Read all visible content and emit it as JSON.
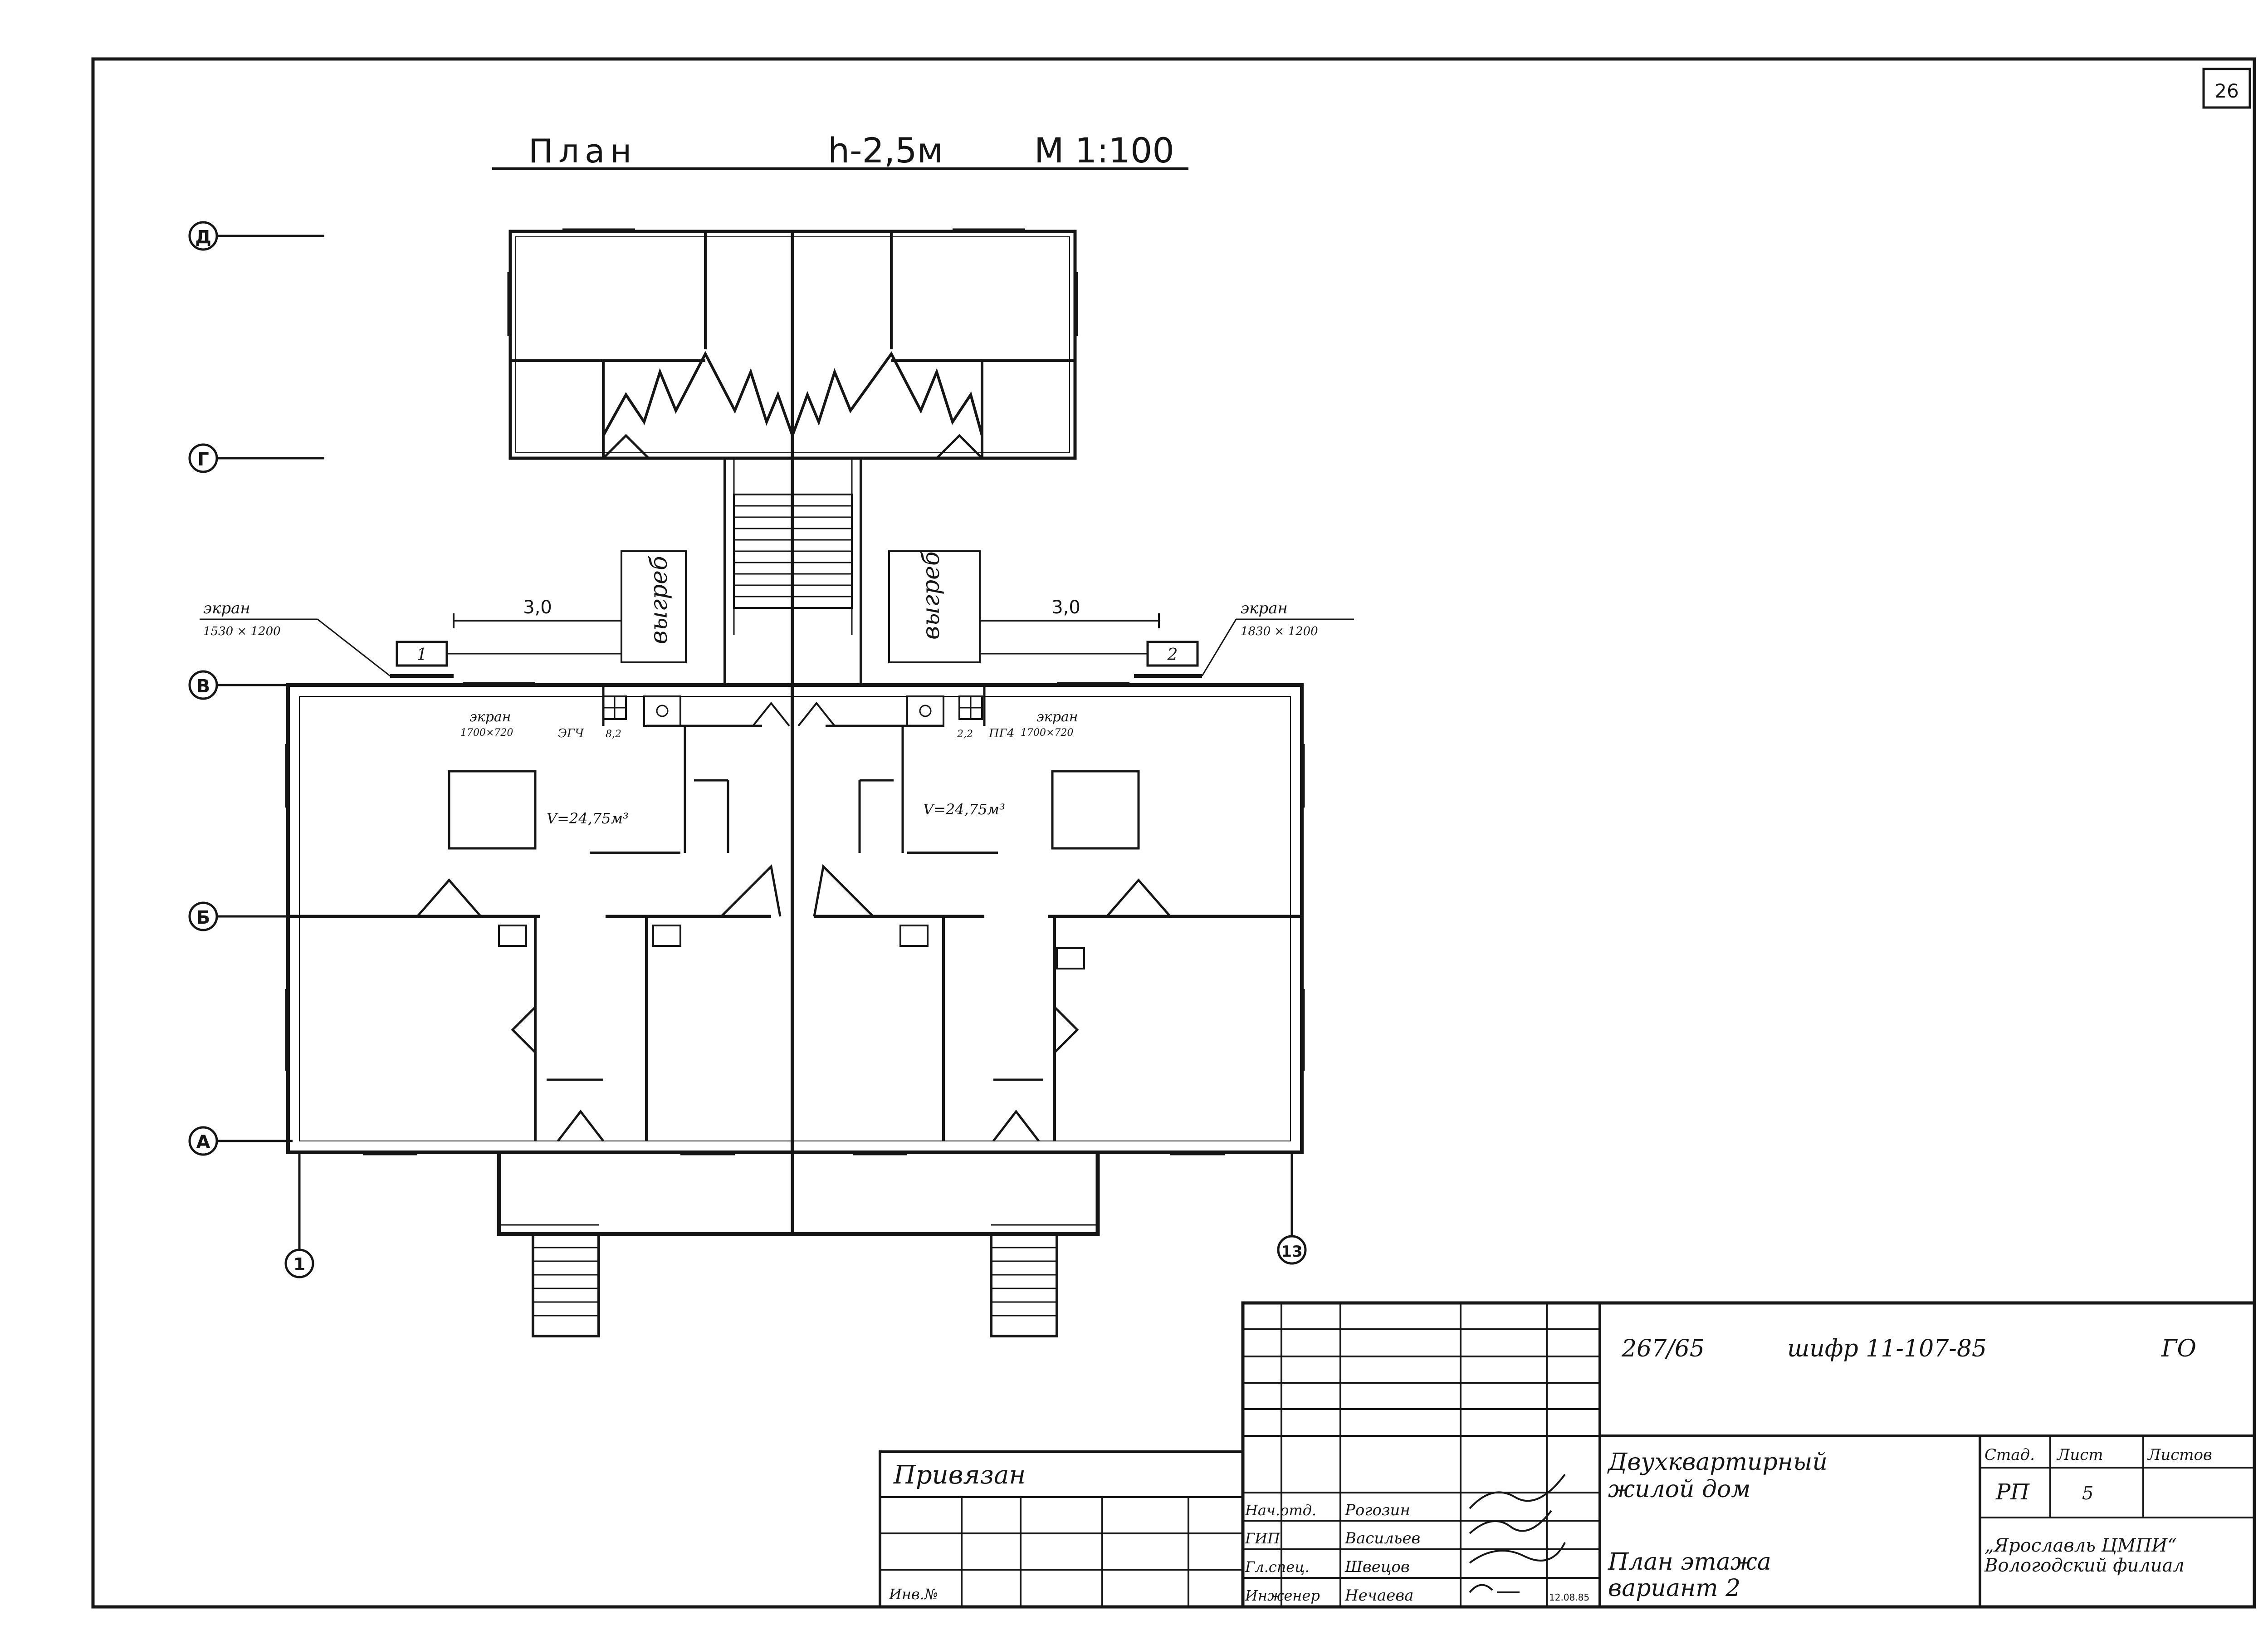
{
  "sheet": {
    "number": "26"
  },
  "header": {
    "title": "План",
    "height": "h-2,5м",
    "scale": "М 1:100"
  },
  "axes": {
    "rows": [
      "Д",
      "Г",
      "В",
      "Б",
      "А"
    ],
    "cols": [
      "1",
      "13"
    ]
  },
  "plan_labels": {
    "screen_left": "экран",
    "screen_left_size": "1530 × 1200",
    "screen_right": "экран",
    "screen_right_size": "1830 × 1200",
    "dim_left": "3,0",
    "dim_right": "3,0",
    "pit_left": "выгреб",
    "pit_right": "выгреб",
    "tag_left": "1",
    "tag_right": "2",
    "screen_stove_left": "экран",
    "screen_stove_left_size": "1700×720",
    "screen_stove_right": "экран",
    "screen_stove_right_size": "1700×720",
    "stove_left": "ЭГЧ",
    "stove_left_b": "8,2",
    "stove_right": "ПГ4",
    "stove_right_b": "2,2",
    "vol_left": "V=24,75м³",
    "vol_right": "V=24,75м³"
  },
  "title_block": {
    "code": "267/65",
    "cipher": "шифр 11-107-85",
    "code_suffix": "ГО",
    "bound": "Привязан",
    "inv": "Инв.№",
    "roles": [
      "Нач.отд.",
      "ГИП",
      "Гл.спец.",
      "Инженер"
    ],
    "names": [
      "Рогозин",
      "Васильев",
      "Швецов",
      "Нечаева"
    ],
    "date": "12.08.85",
    "building": "Двухквартирный жилой дом",
    "sheet_title": "План этажа вариант 2",
    "stage_h": "Стад.",
    "sheet_h": "Лист",
    "sheets_h": "Листов",
    "stage": "РП",
    "sheet_no": "5",
    "org": "„Ярославль ЦМПИ“ Вологодский филиал"
  }
}
